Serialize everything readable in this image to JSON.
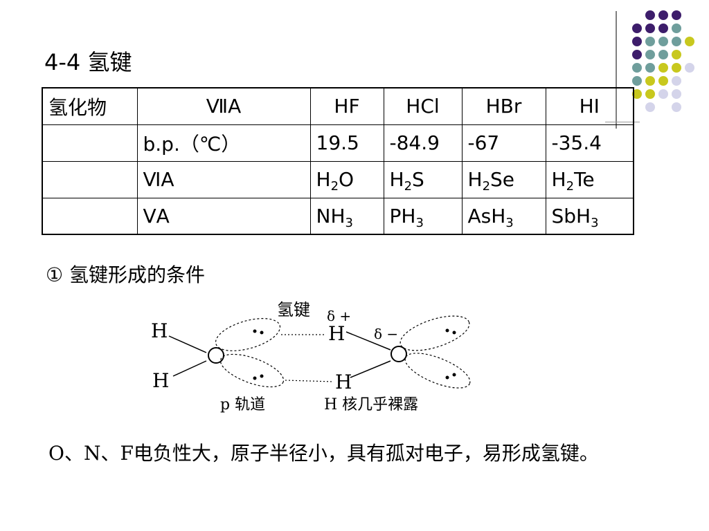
{
  "slide": {
    "title": "4-4 氢键"
  },
  "table": {
    "header": [
      "氢化物",
      "ⅦA",
      "HF",
      "HCl",
      "HBr",
      "HI"
    ],
    "rows": [
      {
        "label": "",
        "group": "b.p.（℃）",
        "cells": [
          {
            "text": "19.5"
          },
          {
            "text": "-84.9"
          },
          {
            "text": "-67"
          },
          {
            "text": "-35.4"
          }
        ]
      },
      {
        "label": "",
        "group": "ⅥA",
        "cells": [
          {
            "pre": "H",
            "sub": "2",
            "post": "O"
          },
          {
            "pre": "H",
            "sub": "2",
            "post": "S"
          },
          {
            "pre": "H",
            "sub": "2",
            "post": "Se"
          },
          {
            "pre": "H",
            "sub": "2",
            "post": "Te"
          }
        ]
      },
      {
        "label": "",
        "group": "ⅤA",
        "cells": [
          {
            "pre": "NH",
            "sub": "3",
            "post": ""
          },
          {
            "pre": "PH",
            "sub": "3",
            "post": ""
          },
          {
            "pre": "AsH",
            "sub": "3",
            "post": ""
          },
          {
            "pre": "SbH",
            "sub": "3",
            "post": ""
          }
        ]
      }
    ]
  },
  "section": {
    "condition_heading": "①  氢键形成的条件"
  },
  "diagram": {
    "label_hbond": "氢键",
    "label_delta_plus": "δ +",
    "label_delta_minus": "δ −",
    "atom_h": "H",
    "label_p_orbital": "p 轨道",
    "label_h_nucleus": "H 核几乎裸露"
  },
  "summary": {
    "text": "O、N、F电负性大，原子半径小，具有孤对电子，易形成氢键。"
  },
  "decor": {
    "colors": {
      "purple": "#3d1d6b",
      "teal": "#6f9e9c",
      "yellow": "#c8c81e",
      "lavender": "#d4d4ea"
    }
  }
}
